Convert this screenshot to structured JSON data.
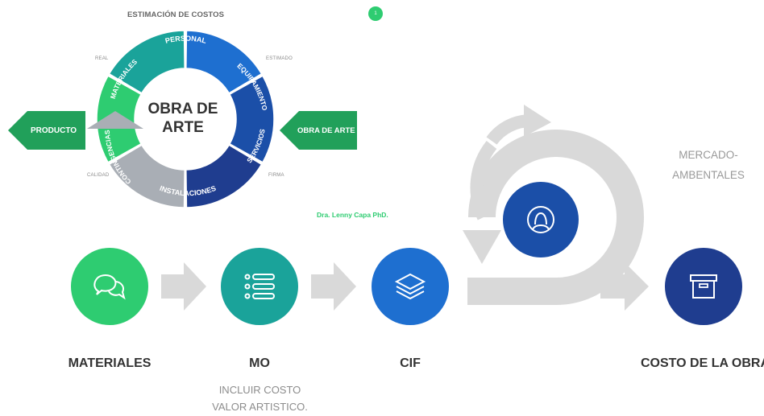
{
  "wheel": {
    "title": "ESTIMACIÓN DE COSTOS",
    "center_line1": "OBRA  DE",
    "center_line2": "ARTE",
    "segments": [
      {
        "label": "PERSONAL",
        "color": "#1aa39a"
      },
      {
        "label": "EQUIPAMIENTO",
        "color": "#1e6fd0"
      },
      {
        "label": "SERVICIOS",
        "color": "#1b4fa8"
      },
      {
        "label": "INSTALACIONES",
        "color": "#1f3d8f"
      },
      {
        "label": "CONTINGENCIAS",
        "color": "#a9aeb5"
      },
      {
        "label": "MATERIALES",
        "color": "#2ecc71"
      }
    ],
    "corner_labels": {
      "real": "REAL",
      "estimado": "ESTIMADO",
      "calidad": "CALIDAD",
      "firma": "FIRMA"
    }
  },
  "page_number": "1",
  "left_arrow_label": "PRODUCTO",
  "right_arrow_label": "OBRA DE ARTE",
  "author": "Dra. Lenny Capa PhD.",
  "mercado": {
    "line1": "MERCADO-",
    "line2": "AMBENTALES"
  },
  "stages": [
    {
      "label": "MATERIALES",
      "icon": "chat-bubbles-icon",
      "color": "#2ecc71"
    },
    {
      "label": "MO",
      "icon": "list-icon",
      "color": "#1aa39a"
    },
    {
      "label": "CIF",
      "icon": "layers-icon",
      "color": "#1e6fd0"
    },
    {
      "label": "COSTO DE LA OBRA",
      "icon": "archive-box-icon",
      "color": "#1f3d8f"
    }
  ],
  "mo_note": {
    "line1": "INCLUIR  COSTO",
    "line2": "VALOR ARTISTICO."
  },
  "cycle_icon": {
    "icon": "person-icon",
    "color": "#1b4fa8"
  },
  "colors": {
    "arrow_gray": "#d9d9d9",
    "green_dark": "#21a05a"
  }
}
